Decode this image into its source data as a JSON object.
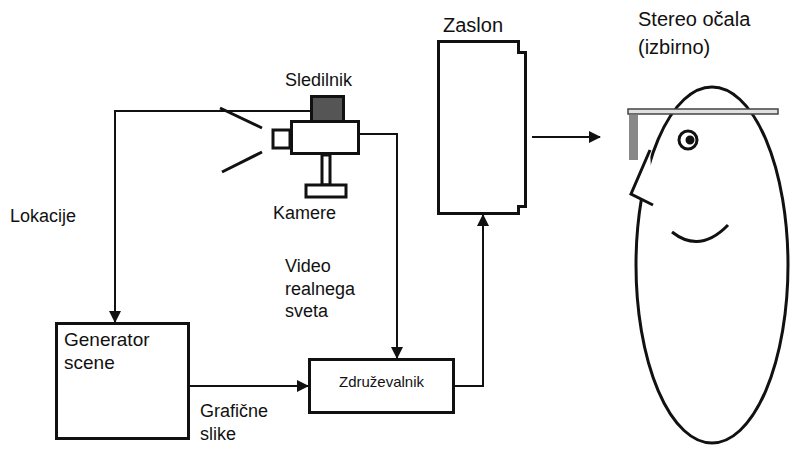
{
  "diagram": {
    "nodes": [
      {
        "text": [
          "Sledilnik"
        ]
      },
      {
        "text": [
          "Kamere"
        ]
      },
      {
        "text": [
          "Zaslon"
        ]
      },
      {
        "text": [
          "Stereo očala (izbirno)"
        ]
      },
      {
        "text": [
          "Generator scene"
        ]
      },
      {
        "text": [
          "Združevalnik"
        ]
      }
    ],
    "edges": [
      {
        "from": 0,
        "to": 4,
        "arrow": "to",
        "label": "Lokacije"
      },
      {
        "from": 1,
        "to": 5,
        "arrow": "to",
        "label": "Video realnega sveta"
      },
      {
        "from": 4,
        "to": 5,
        "arrow": "to",
        "label": "Grafične slike"
      },
      {
        "from": 5,
        "to": 2,
        "arrow": "to"
      },
      {
        "from": 2,
        "to": 3,
        "arrow": "to"
      }
    ]
  }
}
